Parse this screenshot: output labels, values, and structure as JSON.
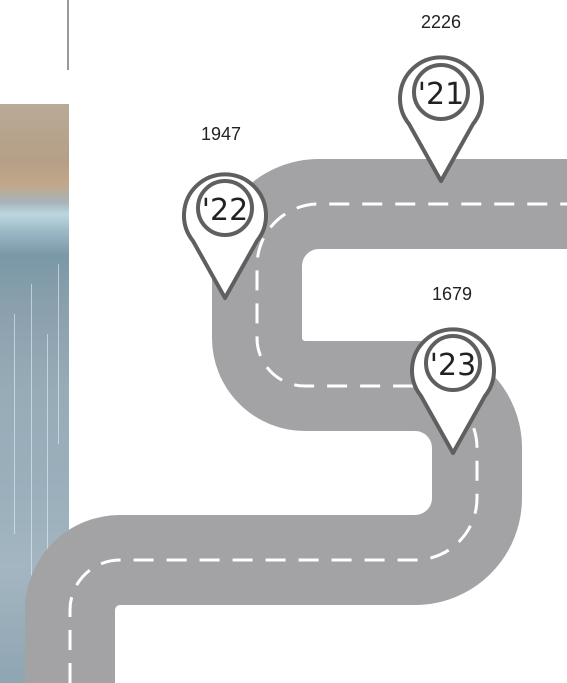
{
  "road": {
    "color": "#a3a3a5",
    "dash_color": "#ffffff"
  },
  "pin_style": {
    "stroke": "#5f5f5f",
    "fill": "#ffffff"
  },
  "milestones": [
    {
      "year_label": "'21",
      "value": "2226"
    },
    {
      "year_label": "'22",
      "value": "1947"
    },
    {
      "year_label": "'23",
      "value": "1679"
    }
  ]
}
